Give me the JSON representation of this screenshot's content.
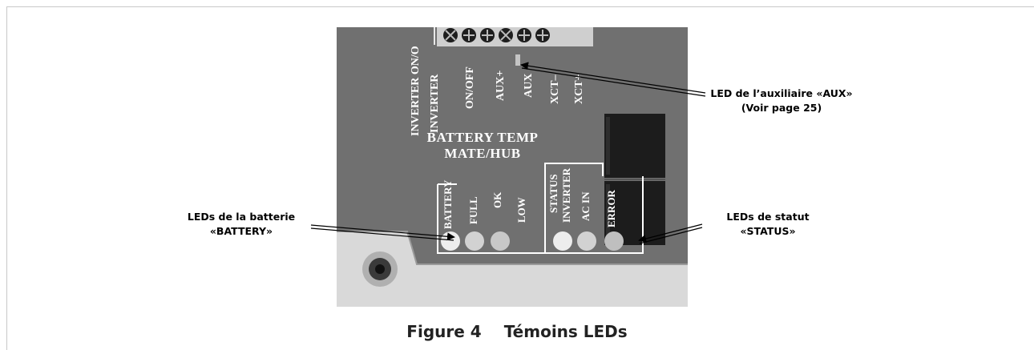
{
  "photo": {
    "terminal_labels": [
      "INVERTER ON/O",
      "INVERTER",
      "ON/OFF",
      "AUX+",
      "AUX",
      "XCT–",
      "XCT+"
    ],
    "battery_temp": "BATTERY TEMP",
    "mate_hub": "MATE/HUB",
    "battery_group": {
      "title": "BATTERY",
      "leds": [
        "FULL",
        "OK",
        "LOW"
      ]
    },
    "status_group": {
      "title": "STATUS",
      "leds": [
        "INVERTER",
        "AC IN",
        "ERROR"
      ]
    }
  },
  "callouts": {
    "aux": {
      "line1": "LED de l’auxiliaire «AUX»",
      "line2": "(Voir page 25)"
    },
    "battery": {
      "line1": "LEDs de la batterie",
      "line2": "«BATTERY»"
    },
    "status": {
      "line1": "LEDs de statut",
      "line2": "«STATUS»"
    }
  },
  "caption": {
    "number": "Figure 4",
    "title": "Témoins LEDs"
  },
  "colors": {
    "panel": "#707070",
    "panel_dark": "#4a4a4a",
    "plate": "#d9d9d9",
    "led": "#dcdcdc"
  }
}
